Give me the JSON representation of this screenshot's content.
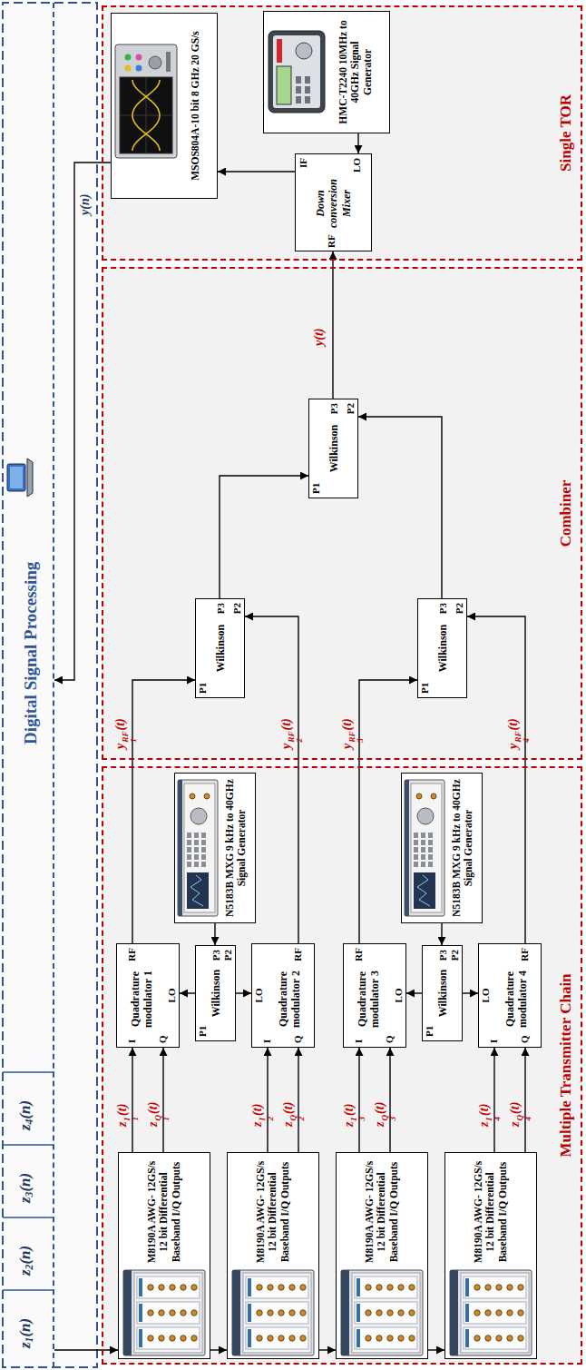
{
  "diagram": {
    "nodes": [
      {
        "text": [
          "Digital Signal Processing"
        ]
      },
      {
        "text": [
          "Multiple Transmitter Chain"
        ]
      },
      {
        "text": [
          "Combiner"
        ]
      },
      {
        "text": [
          "Single TOR"
        ]
      },
      {
        "text": [
          "M8190A AWG- 12GS/s 12 bit Differential Baseband I/Q Outputs"
        ],
        "in": 1
      },
      {
        "text": [
          "M8190A AWG- 12GS/s 12 bit Differential Baseband I/Q Outputs"
        ],
        "in": 1
      },
      {
        "text": [
          "M8190A AWG- 12GS/s 12 bit Differential Baseband I/Q Outputs"
        ],
        "in": 1
      },
      {
        "text": [
          "M8190A AWG- 12GS/s 12 bit Differential Baseband I/Q Outputs"
        ],
        "in": 1
      },
      {
        "text": [
          "Quadrature modulator 1",
          "I",
          "Q",
          "LO",
          "RF"
        ],
        "in": 1
      },
      {
        "text": [
          "P1",
          "Wilkinson",
          "P3",
          "P2"
        ],
        "in": 1
      },
      {
        "text": [
          "N5183B MXG 9 kHz to 40GHz Signal Generator"
        ],
        "in": 1
      },
      {
        "text": [
          "Quadrature modulator 2",
          "I",
          "Q",
          "LO",
          "RF"
        ],
        "in": 1
      },
      {
        "text": [
          "Quadrature modulator 3",
          "I",
          "Q",
          "LO",
          "RF"
        ],
        "in": 1
      },
      {
        "text": [
          "P1",
          "Wilkinson",
          "P3",
          "P2"
        ],
        "in": 1
      },
      {
        "text": [
          "N5183B MXG 9 kHz to 40GHz Signal Generator"
        ],
        "in": 1
      },
      {
        "text": [
          "Quadrature modulator 4",
          "I",
          "Q",
          "LO",
          "RF"
        ],
        "in": 1
      },
      {
        "text": [
          "P1",
          "Wilkinson",
          "P3",
          "P2"
        ],
        "in": 2
      },
      {
        "text": [
          "P1",
          "Wilkinson",
          "P3",
          "P2"
        ],
        "in": 2
      },
      {
        "text": [
          "P1",
          "Wilkinson",
          "P3",
          "P2"
        ],
        "in": 2
      },
      {
        "text": [
          "Down conversion Mixer",
          "RF",
          "IF",
          "LO"
        ],
        "in": 3
      },
      {
        "text": [
          "HMC-T2240 10MHz to 40GHz Signal Generator"
        ],
        "in": 3
      },
      {
        "text": [
          "MSOS804A-10 bit 8 GHz 20 GS/s"
        ],
        "in": 3
      }
    ],
    "edges": [
      {
        "from": 0,
        "to": 4,
        "arrow": "to"
      },
      {
        "from": 4,
        "to": 5,
        "arrow": "to"
      },
      {
        "from": 5,
        "to": 6,
        "arrow": "to"
      },
      {
        "from": 6,
        "to": 7,
        "arrow": "to"
      },
      {
        "from": 4,
        "to": 8,
        "label": "z1I(t)",
        "arrow": "to"
      },
      {
        "from": 4,
        "to": 8,
        "label": "z1Q(t)",
        "arrow": "to"
      },
      {
        "from": 5,
        "to": 11,
        "label": "z2I(t)",
        "arrow": "to"
      },
      {
        "from": 5,
        "to": 11,
        "label": "z2Q(t)",
        "arrow": "to"
      },
      {
        "from": 6,
        "to": 12,
        "label": "z3I(t)",
        "arrow": "to"
      },
      {
        "from": 6,
        "to": 12,
        "label": "z3Q(t)",
        "arrow": "to"
      },
      {
        "from": 7,
        "to": 15,
        "label": "z4I(t)",
        "arrow": "to"
      },
      {
        "from": 7,
        "to": 15,
        "label": "z4Q(t)",
        "arrow": "to"
      },
      {
        "from": 10,
        "to": 9,
        "arrow": "to"
      },
      {
        "from": 9,
        "to": 8,
        "arrow": "to"
      },
      {
        "from": 9,
        "to": 11,
        "arrow": "to"
      },
      {
        "from": 14,
        "to": 13,
        "arrow": "to"
      },
      {
        "from": 13,
        "to": 12,
        "arrow": "to"
      },
      {
        "from": 13,
        "to": 15,
        "arrow": "to"
      },
      {
        "from": 8,
        "to": 16,
        "label": "y1RF(t)",
        "arrow": "to"
      },
      {
        "from": 11,
        "to": 16,
        "label": "y2RF(t)",
        "arrow": "to"
      },
      {
        "from": 12,
        "to": 17,
        "label": "y3RF(t)",
        "arrow": "to"
      },
      {
        "from": 15,
        "to": 17,
        "label": "y4RF(t)",
        "arrow": "to"
      },
      {
        "from": 16,
        "to": 18,
        "arrow": "to"
      },
      {
        "from": 17,
        "to": 18,
        "arrow": "to"
      },
      {
        "from": 18,
        "to": 19,
        "label": "y(t)",
        "arrow": "to"
      },
      {
        "from": 20,
        "to": 19,
        "arrow": "to"
      },
      {
        "from": 19,
        "to": 21,
        "arrow": "to"
      },
      {
        "from": 21,
        "to": 0,
        "label": "y(n)",
        "arrow": "to"
      }
    ],
    "labels": [
      "z1(n)",
      "z2(n)",
      "z3(n)",
      "z4(n)"
    ]
  }
}
